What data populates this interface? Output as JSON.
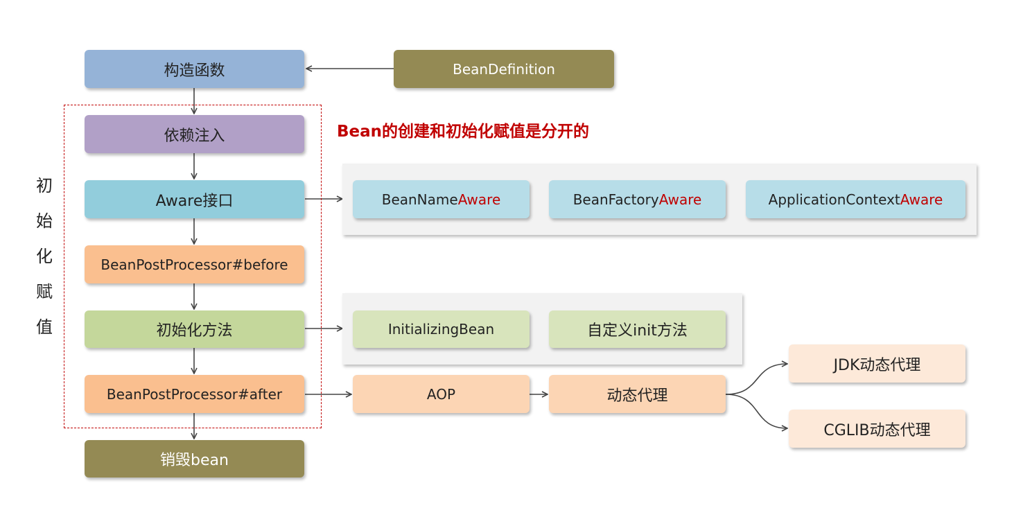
{
  "side_label": [
    "初",
    "始",
    "化",
    "赋",
    "值"
  ],
  "note": "Bean的创建和初始化赋值是分开的",
  "main_flow": {
    "constructor": "构造函数",
    "dependency_injection": "依赖注入",
    "aware": "Aware接口",
    "bpp_before": "BeanPostProcessor#before",
    "init_method": "初始化方法",
    "bpp_after": "BeanPostProcessor#after",
    "destroy": "销毁bean"
  },
  "bean_definition": "BeanDefinition",
  "aware_items": [
    {
      "prefix": "BeanName",
      "suffix": "Aware"
    },
    {
      "prefix": "BeanFactory",
      "suffix": "Aware"
    },
    {
      "prefix": "ApplicationContext",
      "suffix": "Aware"
    }
  ],
  "init_items": [
    "InitializingBean",
    "自定义init方法"
  ],
  "aop": {
    "aop": "AOP",
    "dynamic_proxy": "动态代理",
    "jdk_proxy": "JDK动态代理",
    "cglib_proxy": "CGLIB动态代理"
  },
  "colors": {
    "constructor": "#95b3d7",
    "dependency_injection": "#b1a0c7",
    "aware": "#92cddc",
    "bpp": "#fabf8f",
    "init": "#c4d79b",
    "destroy_and_definition": "#948a54",
    "aware_item": "#b7dde8",
    "init_item": "#d8e4bc",
    "aop_item": "#fcd5b4",
    "proxy_item": "#fde9d9",
    "accent_red": "#c00000"
  }
}
